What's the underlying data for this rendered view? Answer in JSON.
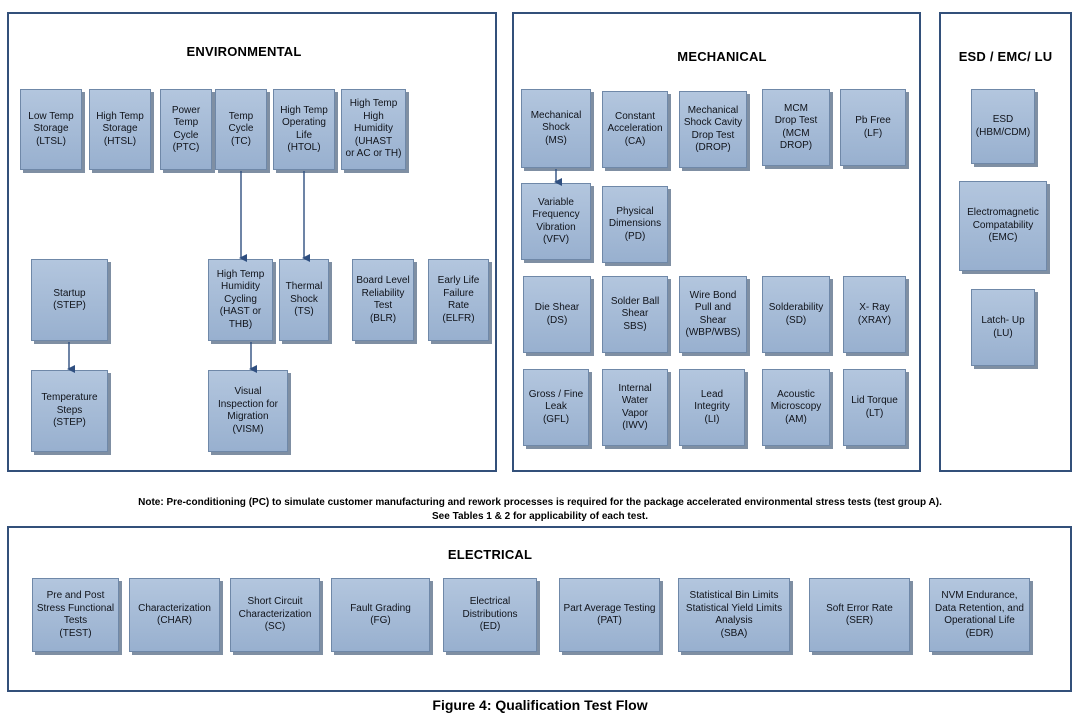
{
  "environmental": {
    "title": "ENVIRONMENTAL",
    "ltsl": "Low Temp\nStorage\n(LTSL)",
    "htsl": "High Temp\nStorage\n(HTSL)",
    "ptc": "Power\nTemp\nCycle\n(PTC)",
    "tc": "Temp\nCycle\n(TC)",
    "htol": "High Temp\nOperating\nLife\n(HTOL)",
    "uhast": "High Temp\nHigh\nHumidity\n(UHAST\nor AC or TH)",
    "startup": "Startup\n(STEP)",
    "hast": "High Temp\nHumidity\nCycling\n(HAST or\nTHB)",
    "ts": "Thermal\nShock\n(TS)",
    "blr": "Board Level\nReliability\nTest\n(BLR)",
    "elfr": "Early Life\nFailure\nRate\n(ELFR)",
    "temp_steps": "Temperature\nSteps\n(STEP)",
    "vism": "Visual\nInspection for\nMigration\n(VISM)"
  },
  "mechanical": {
    "title": "MECHANICAL",
    "ms": "Mechanical\nShock\n(MS)",
    "ca": "Constant\nAcceleration\n(CA)",
    "drop": "Mechanical\nShock Cavity\nDrop Test\n(DROP)",
    "mcm": "MCM\nDrop Test\n(MCM DROP)",
    "lf": "Pb Free\n(LF)",
    "vfv": "Variable\nFrequency\nVibration\n(VFV)",
    "pd": "Physical\nDimensions\n(PD)",
    "ds": "Die Shear\n(DS)",
    "sbs": "Solder Ball\nShear\nSBS)",
    "wbp": "Wire Bond\nPull and\nShear\n(WBP/WBS)",
    "sd": "Solderability\n(SD)",
    "xray": "X- Ray\n(XRAY)",
    "gfl": "Gross / Fine\nLeak\n(GFL)",
    "iwv": "Internal\nWater\nVapor\n(IWV)",
    "li": "Lead\nIntegrity\n(LI)",
    "am": "Acoustic\nMicroscopy\n(AM)",
    "lt": "Lid Torque\n(LT)"
  },
  "esd": {
    "title": "ESD / EMC/ LU",
    "esd": "ESD\n(HBM/CDM)",
    "emc": "Electromagnetic\nCompatability\n(EMC)",
    "lu": "Latch- Up\n(LU)"
  },
  "note": {
    "line1": "Note:  Pre-conditioning (PC) to simulate customer manufacturing and rework processes is required for the package accelerated environmental stress tests (test group A).",
    "line2": "See Tables 1 & 2 for applicability of each test."
  },
  "electrical": {
    "title": "ELECTRICAL",
    "test": "Pre and Post\nStress Functional\nTests\n(TEST)",
    "char": "Characterization\n(CHAR)",
    "sc": "Short Circuit\nCharacterization\n(SC)",
    "fg": "Fault Grading\n(FG)",
    "ed": "Electrical\nDistributions\n(ED)",
    "pat": "Part Average Testing\n(PAT)",
    "sba": "Statistical Bin Limits\nStatistical Yield Limits\nAnalysis\n(SBA)",
    "ser": "Soft Error Rate\n(SER)",
    "edr": "NVM Endurance,\nData Retention, and\nOperational Life\n(EDR)"
  },
  "caption": "Figure 4:  Qualification Test Flow",
  "colors": {
    "box_fill": "#a9bfdc",
    "box_border": "#6f88a8",
    "panel_border": "#33507a",
    "arrow": "#2f4f80"
  }
}
